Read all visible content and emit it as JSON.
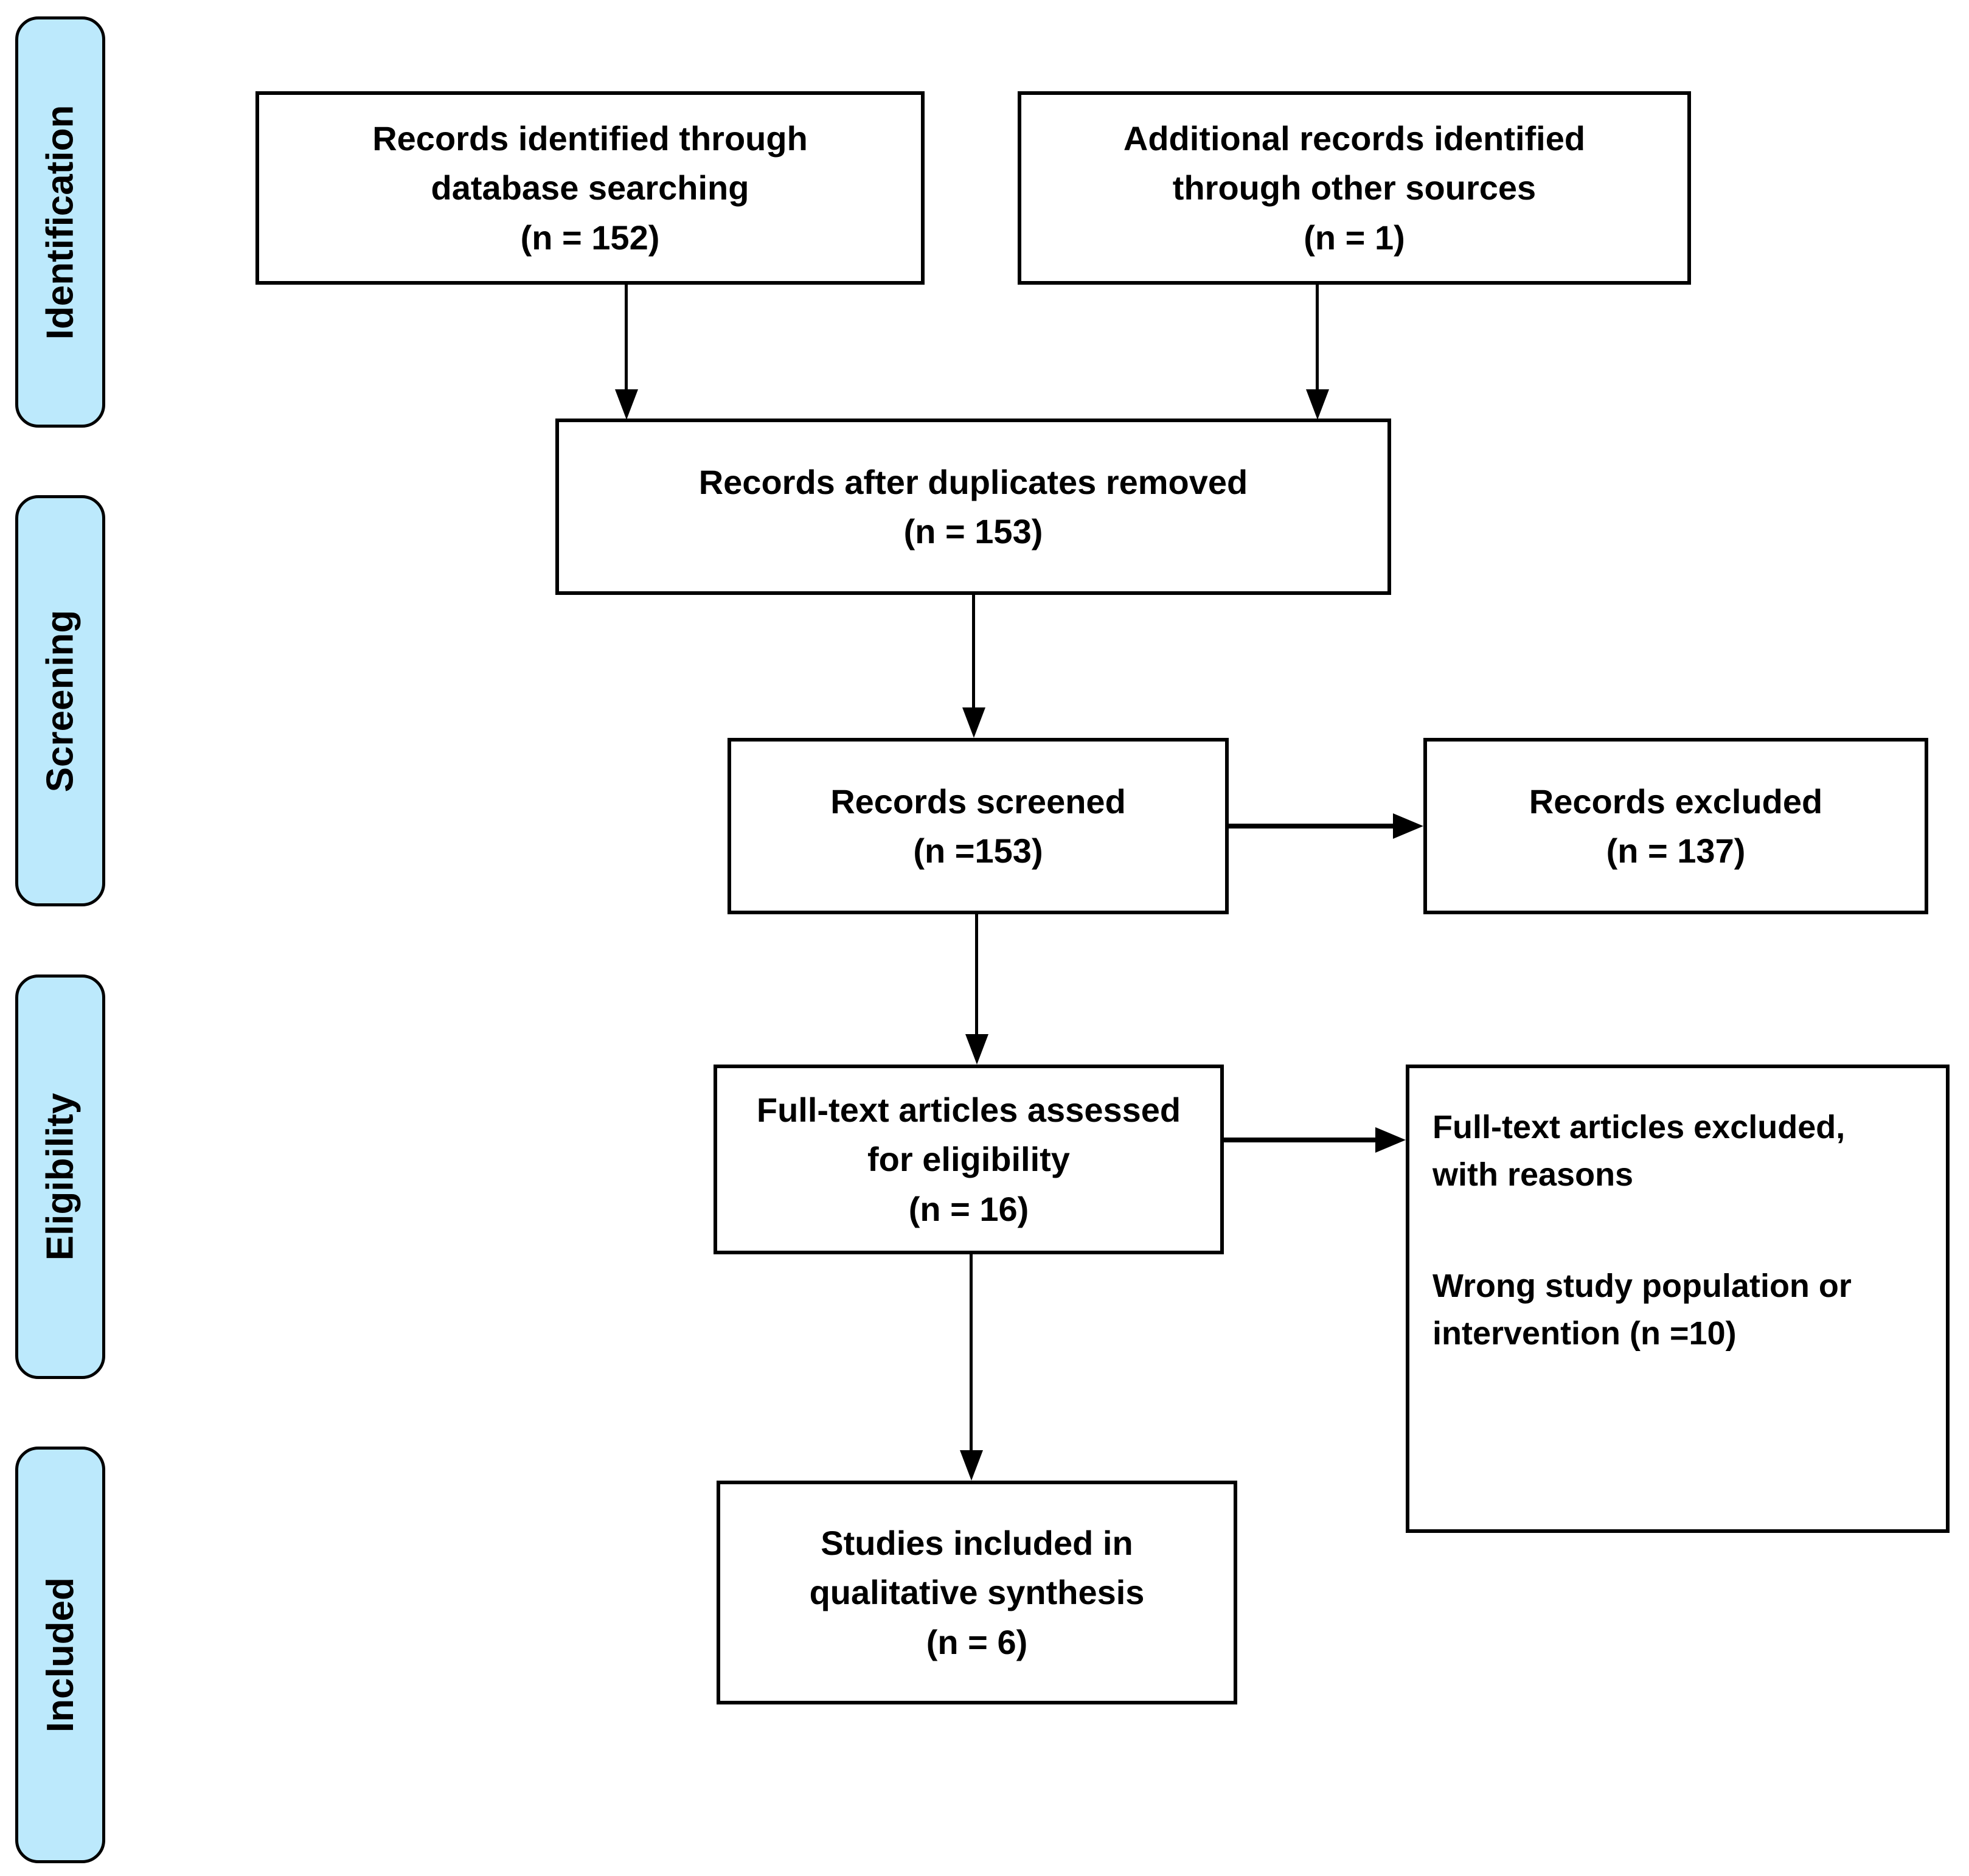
{
  "colors": {
    "stage_fill": "#bce9fc",
    "box_fill": "#ffffff",
    "line_color": "#000000",
    "background": "#ffffff"
  },
  "stages": [
    {
      "label": "Identification"
    },
    {
      "label": "Screening"
    },
    {
      "label": "Eligibility"
    },
    {
      "label": "Included"
    }
  ],
  "boxes": {
    "identified": {
      "lines": [
        "Records identified through",
        "database searching",
        "(n = 152)"
      ]
    },
    "other_sources": {
      "lines": [
        "Additional records identified",
        "through other sources",
        "(n = 1)"
      ]
    },
    "deduplicated": {
      "lines": [
        "Records after duplicates removed",
        "(n = 153)"
      ]
    },
    "screened": {
      "lines": [
        "Records screened",
        "(n =153)"
      ]
    },
    "records_excluded": {
      "lines": [
        "Records excluded",
        "(n = 137)"
      ]
    },
    "fulltext_assessed": {
      "lines": [
        "Full-text articles assessed",
        "for eligibility",
        "(n = 16)"
      ]
    },
    "fulltext_excluded": {
      "heading": [
        "Full-text articles excluded,",
        "with reasons"
      ],
      "reasons": [
        "Wrong study population or",
        "intervention (n =10)"
      ]
    },
    "studies_included": {
      "lines": [
        "Studies included in",
        "qualitative synthesis",
        "(n = 6)"
      ]
    }
  }
}
